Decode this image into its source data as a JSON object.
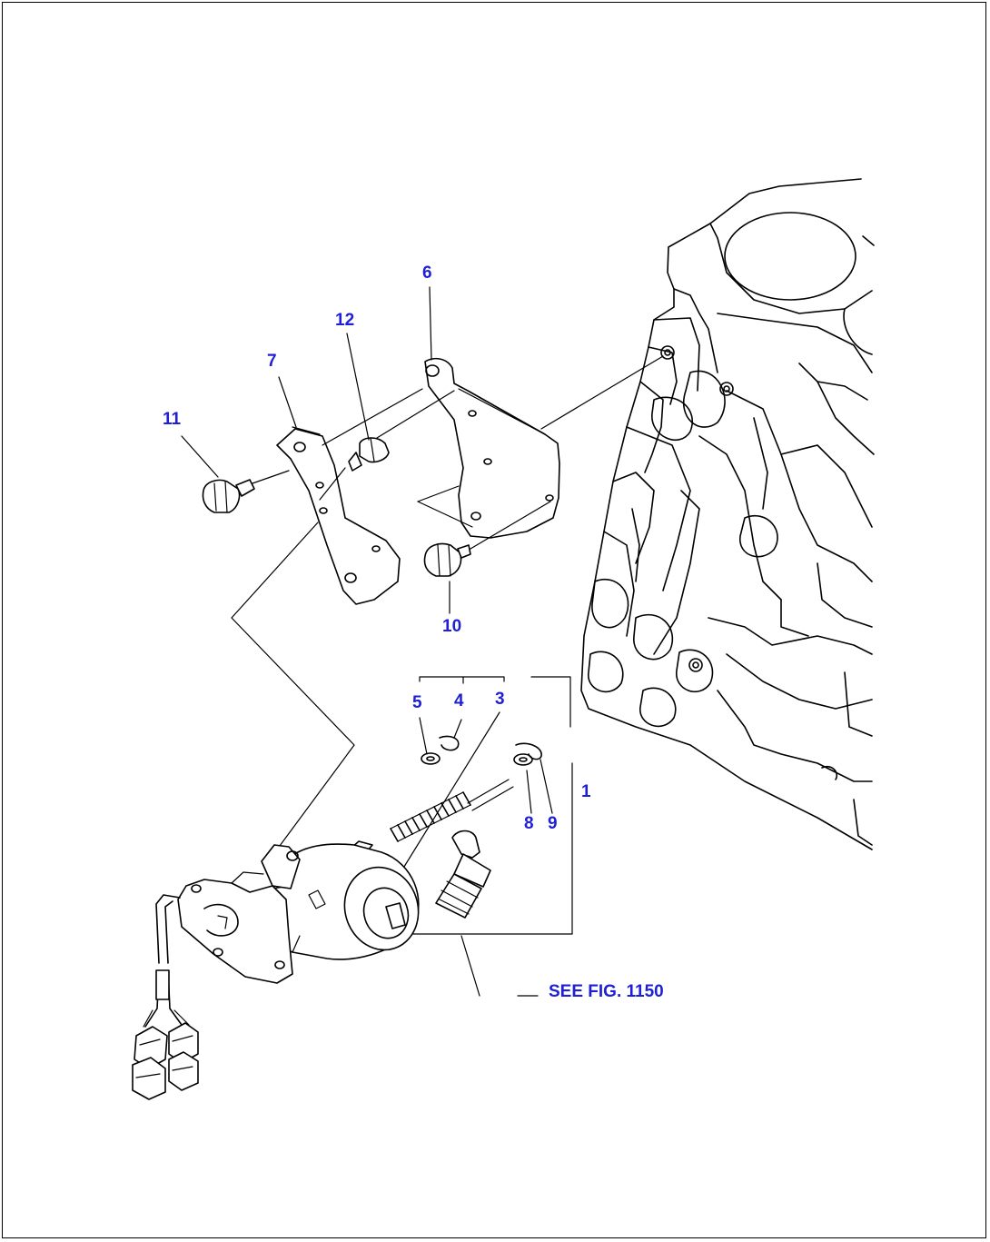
{
  "callouts": {
    "c1": "1",
    "c3": "3",
    "c4": "4",
    "c5": "5",
    "c6": "6",
    "c7": "7",
    "c8": "8",
    "c9": "9",
    "c10": "10",
    "c11": "11",
    "c12": "12"
  },
  "reference": {
    "text": "SEE FIG. 1150"
  },
  "colors": {
    "callout": "#1f1fd6",
    "lines": "#000000",
    "background": "#ffffff"
  }
}
